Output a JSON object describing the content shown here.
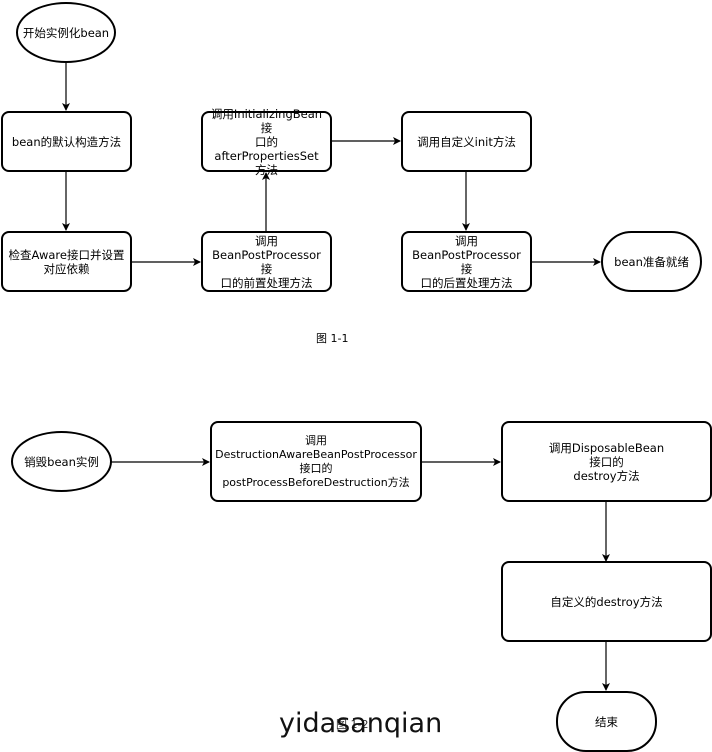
{
  "diagram1": {
    "caption": "图 1-1",
    "nodes": {
      "start": "开始实例化bean",
      "constructor": "bean的默认构造方法",
      "aware": "检查Aware接口并设置\n对应依赖",
      "pre_process": "调用\nBeanPostProcessor接\n口的前置处理方法",
      "after_properties": "调用InitializingBean接\n口的afterPropertiesSet\n方法",
      "init": "调用自定义init方法",
      "post_process": "调用\nBeanPostProcessor接\n口的后置处理方法",
      "ready": "bean准备就绪"
    }
  },
  "diagram2": {
    "caption": "图 1-2",
    "nodes": {
      "destroy_start": "销毁bean实例",
      "destruction_aware": "调用\nDestructionAwareBeanPostProcessor\n接口的\npostProcessBeforeDestruction方法",
      "disposable": "调用DisposableBean\n接口的\ndestroy方法",
      "custom_destroy": "自定义的destroy方法",
      "end": "结束"
    }
  },
  "watermark": "yidasanqian"
}
